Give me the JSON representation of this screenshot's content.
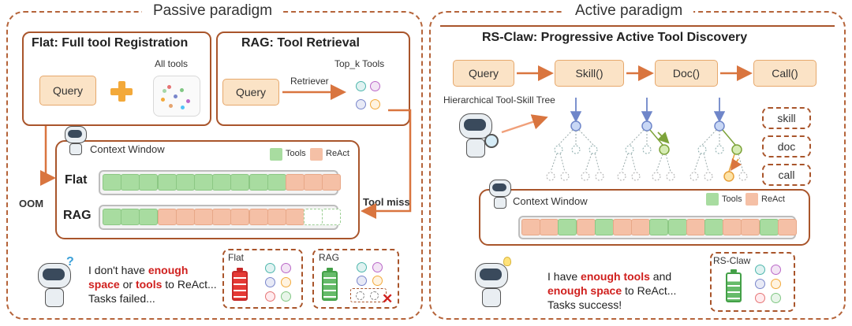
{
  "passive": {
    "title": "Passive paradigm",
    "flat_box": {
      "title": "Flat: Full tool Registration",
      "query": "Query",
      "all_tools": "All tools"
    },
    "rag_box": {
      "title": "RAG: Tool Retrieval",
      "query": "Query",
      "retriever": "Retriever",
      "topk": "Top_k Tools"
    },
    "context": {
      "title": "Context Window",
      "legend_tools": "Tools",
      "legend_react": "ReAct",
      "row_flat": "Flat",
      "row_rag": "RAG"
    },
    "oom": "OOM",
    "tool_miss": "Tool miss",
    "message": {
      "line1_pre": "I don't have ",
      "enough": "enough",
      "line2_space": "space",
      "line2_mid": " or ",
      "line2_tools": "tools",
      "line2_post": " to ReAct...",
      "line3": "Tasks failed..."
    },
    "flat_card": "Flat",
    "rag_card": "RAG",
    "colors": {
      "tools": "#a8dca0",
      "react": "#f5c0a6",
      "border": "#a9552b",
      "highlight": "#d0201e"
    }
  },
  "active": {
    "title": "Active paradigm",
    "header": "RS-Claw: Progressive Active Tool Discovery",
    "pipeline": [
      "Query",
      "Skill()",
      "Doc()",
      "Call()"
    ],
    "tree_label": "Hierarchical Tool-Skill Tree",
    "side_labels": [
      "skill",
      "doc",
      "call"
    ],
    "context": {
      "title": "Context Window",
      "legend_tools": "Tools",
      "legend_react": "ReAct"
    },
    "message": {
      "line1_pre": "I have ",
      "enough_tools": "enough tools",
      "line1_post": "  and",
      "enough_space": "enough space",
      "line2_post": " to ReAct...",
      "line3": "Tasks success!"
    },
    "card": "RS-Claw"
  }
}
